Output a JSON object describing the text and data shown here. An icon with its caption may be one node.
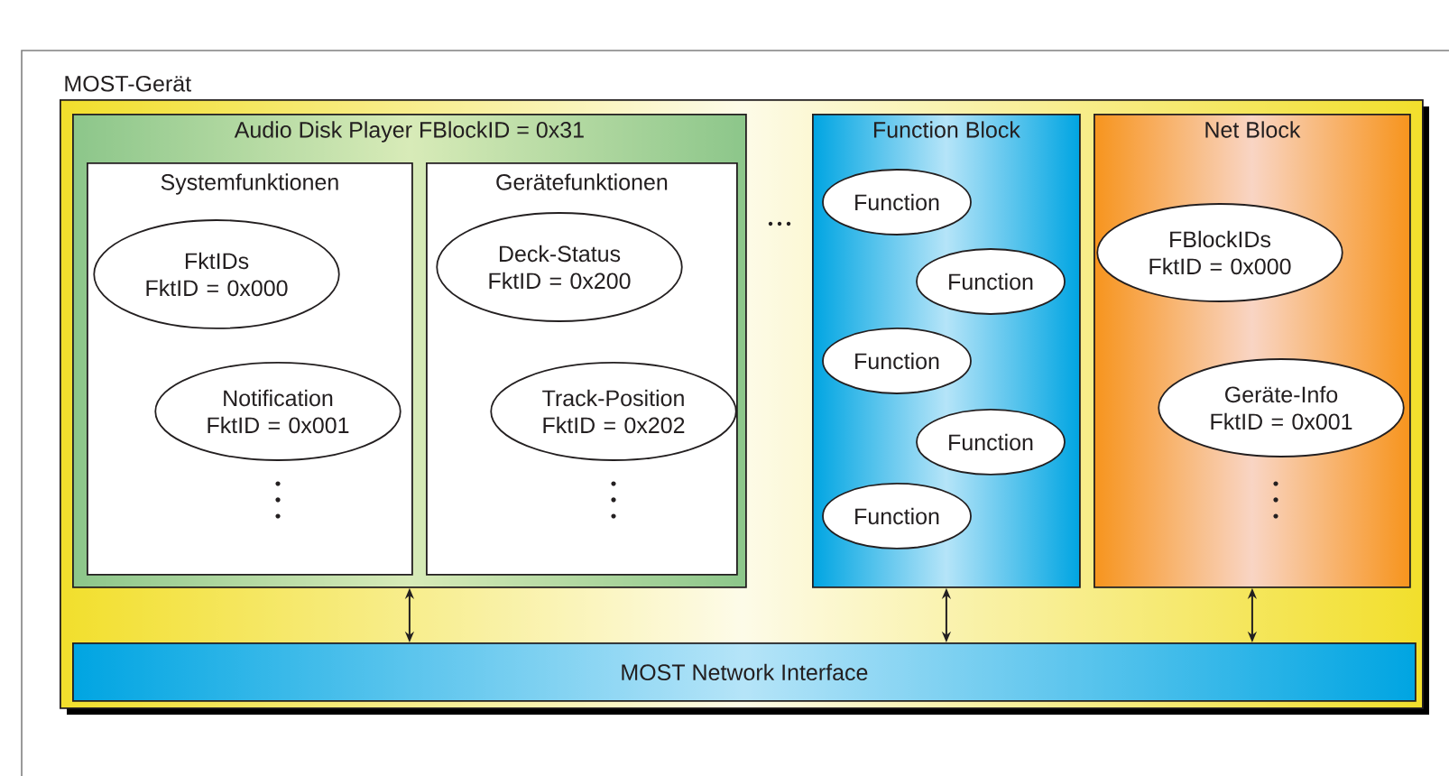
{
  "diagram": {
    "nodes": [
      {
        "text": [
          "MOST-Gerät"
        ]
      },
      {
        "text": [
          "Audio Disk Player FBlockID = 0x31"
        ],
        "in": 0
      },
      {
        "text": [
          "Systemfunktionen"
        ],
        "in": 1
      },
      {
        "text": [
          "FktIDs FktID = 0x000"
        ],
        "in": 2
      },
      {
        "text": [
          "Notification FktID = 0x001"
        ],
        "in": 2
      },
      {
        "text": [
          "Gerätefunktionen"
        ],
        "in": 1
      },
      {
        "text": [
          "Deck-Status FktID = 0x200"
        ],
        "in": 5
      },
      {
        "text": [
          "Track-Position FktID = 0x202"
        ],
        "in": 5
      },
      {
        "text": [
          "Function Block"
        ],
        "in": 0
      },
      {
        "text": [
          "Function"
        ],
        "in": 8
      },
      {
        "text": [
          "Function"
        ],
        "in": 8
      },
      {
        "text": [
          "Function"
        ],
        "in": 8
      },
      {
        "text": [
          "Function"
        ],
        "in": 8
      },
      {
        "text": [
          "Function"
        ],
        "in": 8
      },
      {
        "text": [
          "Net Block"
        ],
        "in": 0
      },
      {
        "text": [
          "FBlockIDs FktID = 0x000"
        ],
        "in": 14
      },
      {
        "text": [
          "Geräte-Info FktID = 0x001"
        ],
        "in": 14
      },
      {
        "text": [
          "MOST Network Interface"
        ],
        "in": 0
      }
    ],
    "edges": [
      {
        "from": 1,
        "to": 17,
        "arrow": "both"
      },
      {
        "from": 8,
        "to": 17,
        "arrow": "both"
      },
      {
        "from": 14,
        "to": 17,
        "arrow": "both"
      }
    ]
  }
}
